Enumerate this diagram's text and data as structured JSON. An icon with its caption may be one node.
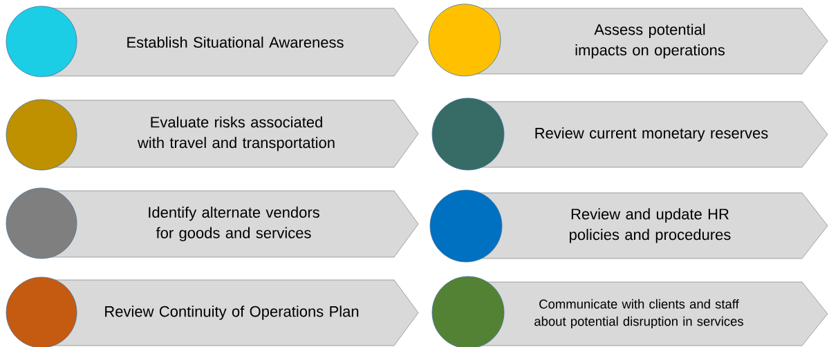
{
  "diagram": {
    "nodes": [
      {
        "text": [
          "Establish Situational Awareness"
        ]
      },
      {
        "text": [
          "Assess potential impacts on operations"
        ]
      },
      {
        "text": [
          "Evaluate risks associated with travel and transportation"
        ]
      },
      {
        "text": [
          "Review current monetary reserves"
        ]
      },
      {
        "text": [
          "Identify alternate vendors for goods and services"
        ]
      },
      {
        "text": [
          "Review and update HR policies and procedures"
        ]
      },
      {
        "text": [
          "Review Continuity of Operations Plan"
        ]
      },
      {
        "text": [
          "Communicate with clients and staff about potential disruption in services"
        ]
      }
    ]
  }
}
